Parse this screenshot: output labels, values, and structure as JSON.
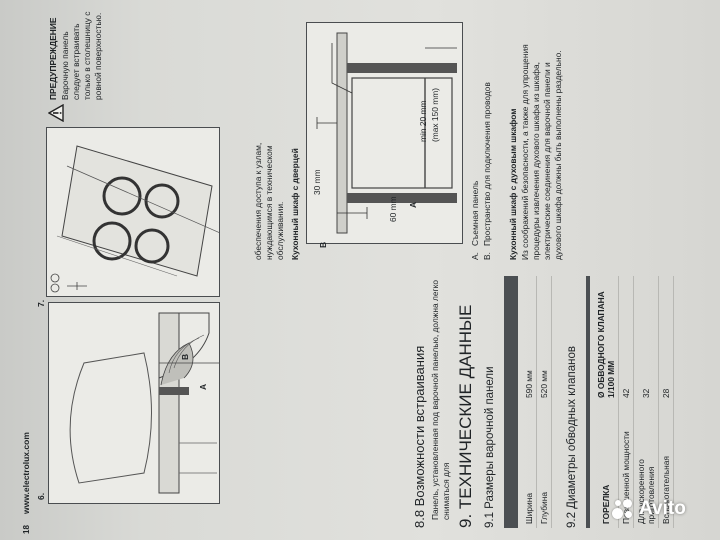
{
  "header": {
    "page_number": "18",
    "site": "www.electrolux.com"
  },
  "fig6": {
    "number": "6.",
    "top_text": "обеспечения доступа к узлам, нуждающимся в техническом обслуживании.",
    "label_A": "A",
    "label_B": "B"
  },
  "fig7": {
    "number": "7."
  },
  "warning": {
    "title": "ПРЕДУПРЕЖДЕНИЕ",
    "body": "Варочную панель следует встраивать только в столешницу с ровной поверхностью."
  },
  "section_8_8": {
    "heading": "8.8 Возможности встраивания",
    "body": "Панель, установленная под варочной панелью, должна легко сниматься для"
  },
  "section_9": {
    "heading": "9. ТЕХНИЧЕСКИЕ ДАННЫЕ"
  },
  "section_9_1": {
    "heading": "9.1 Размеры варочной панели",
    "rows": [
      {
        "label": "Ширина",
        "value": "590 мм"
      },
      {
        "label": "Глубина",
        "value": "520 мм"
      }
    ]
  },
  "section_9_2": {
    "heading": "9.2 Диаметры обводных клапанов",
    "col1": "ГОРЕЛКА",
    "col2": "Ø ОБВОДНОГО КЛАПАНА 1/100 ММ",
    "rows": [
      {
        "label": "Повышенной мощности",
        "value": "42"
      },
      {
        "label": "Для ускоренного приготовления",
        "value": "32"
      },
      {
        "label": "Вспомогательная",
        "value": "28"
      }
    ]
  },
  "door_cabinet": {
    "title": "Кухонный шкаф с дверцей",
    "dim_30": "30 mm",
    "dim_min20": "min 20 mm",
    "dim_max150": "(max 150 mm)",
    "dim_60": "60 mm",
    "label_A": "A",
    "label_B": "B",
    "legend_A_key": "A.",
    "legend_A": "Съемная панель",
    "legend_B_key": "B.",
    "legend_B": "Пространство для подключения проводов"
  },
  "oven_cabinet": {
    "title": "Кухонный шкаф с духовым шкафом",
    "body": "Из соображений безопасности, а также для упрощения процедуры извлечения духового шкафа из шкафа, электрические соединения для варочной панели и духового шкафа должны быть выполнены раздельно."
  },
  "watermark": {
    "brand": "Avito"
  }
}
